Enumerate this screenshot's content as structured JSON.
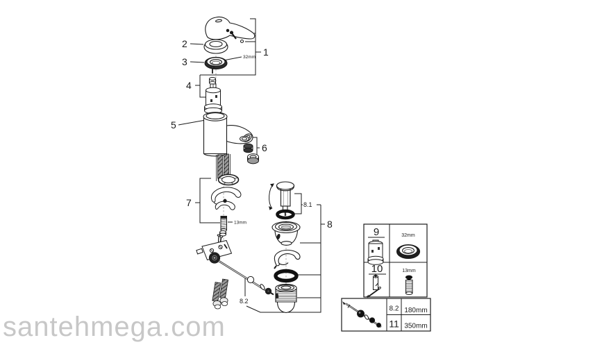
{
  "watermark": {
    "text": "santehmega.com"
  },
  "callouts": {
    "n1": "1",
    "n2": "2",
    "n3": "3",
    "n4": "4",
    "n5": "5",
    "n6": "6",
    "n7": "7",
    "n8": "8",
    "n8_1": "8.1",
    "n8_2": "8.2"
  },
  "dims": {
    "cap_ring": "32mm",
    "stud": "13mm"
  },
  "panel": {
    "rows": [
      {
        "num": "9",
        "dim": "32mm"
      },
      {
        "num": "10",
        "dim": "13mm"
      }
    ]
  },
  "rod_table": {
    "rows": [
      {
        "num": "8.2",
        "length": "180mm"
      },
      {
        "num": "11",
        "length": "350mm"
      }
    ]
  }
}
